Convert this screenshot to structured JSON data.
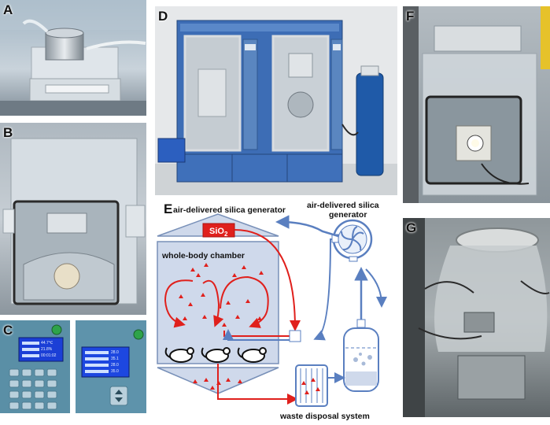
{
  "panels": {
    "a": {
      "letter": "A"
    },
    "b": {
      "letter": "B"
    },
    "c": {
      "letter": "C",
      "left_screen_rows": [
        "44.7℃",
        "21.8%",
        "00:01:02"
      ],
      "right_screen_rows": [
        "28.0",
        "35.1",
        "28.0",
        "35.0"
      ]
    },
    "d": {
      "letter": "D"
    },
    "e": {
      "letter": "E",
      "label_generator_left": "air-delivered silica generator",
      "label_generator_right_line1": "air-delivered silica",
      "label_generator_right_line2": "generator",
      "label_chamber": "whole-body chamber",
      "label_sio2": "SiO",
      "label_sio2_sub": "2",
      "label_waste": "waste disposal system",
      "colors": {
        "particle": "#e0201c",
        "flow": "#5a7fc0",
        "chamber": "#cfd9eb",
        "outline": "#7890b8"
      }
    },
    "f": {
      "letter": "F"
    },
    "g": {
      "letter": "G"
    }
  }
}
